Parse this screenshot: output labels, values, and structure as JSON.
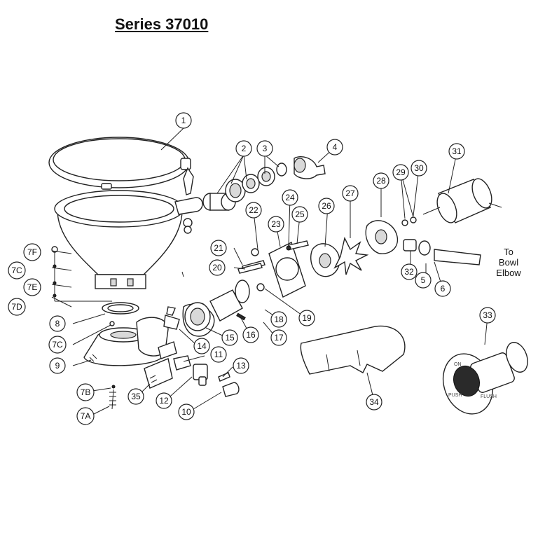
{
  "title": "Series 37010",
  "note": [
    "To",
    "Bowl",
    "Elbow"
  ],
  "callouts": {
    "c1": "1",
    "c2": "2",
    "c3": "3",
    "c4": "4",
    "c5": "5",
    "c6": "6",
    "c7A": "7A",
    "c7B": "7B",
    "c7C": "7C",
    "c7D": "7D",
    "c7E": "7E",
    "c7F": "7F",
    "c7C2": "7C",
    "c8": "8",
    "c9": "9",
    "c10": "10",
    "c11": "11",
    "c12": "12",
    "c13": "13",
    "c14": "14",
    "c15": "15",
    "c16": "16",
    "c17": "17",
    "c18": "18",
    "c19": "19",
    "c20": "20",
    "c21": "21",
    "c22": "22",
    "c23": "23",
    "c24": "24",
    "c25": "25",
    "c26": "26",
    "c27": "27",
    "c28": "28",
    "c29": "29",
    "c30": "30",
    "c31": "31",
    "c32": "32",
    "c33": "33",
    "c34": "34",
    "c35": "35"
  },
  "switch_plate_text": [
    "ON",
    "PUSH",
    "FLUSH"
  ]
}
